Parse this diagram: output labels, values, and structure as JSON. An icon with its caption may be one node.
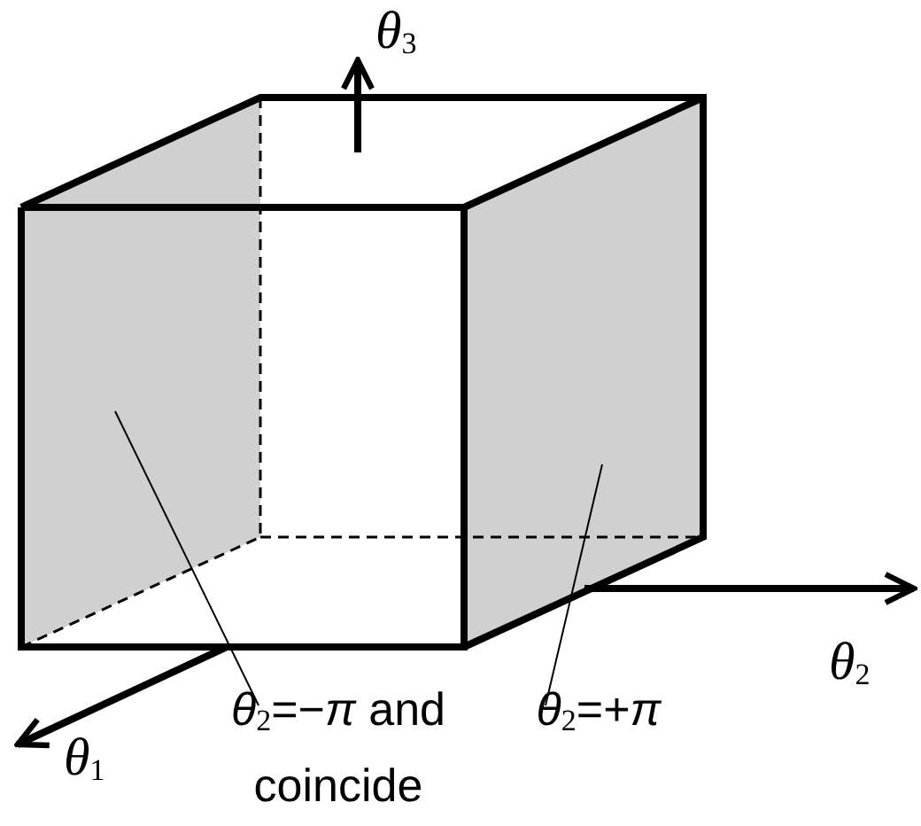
{
  "diagram": {
    "nodes": [
      {
        "text": [],
        "shape": "box"
      },
      {
        "text": [],
        "shape": "box"
      },
      {
        "text": [
          "*θ*$_{2}$=−*π* and coincide"
        ]
      },
      {
        "text": [
          "*θ*$_{2}$=+*π*"
        ]
      }
    ],
    "edges": [
      {
        "from": 2,
        "to": 0,
        "arrow": "none"
      },
      {
        "from": 3,
        "to": 1,
        "arrow": "none"
      }
    ],
    "labels": [
      "θ$_{3}$",
      "θ$_{2}$",
      "θ$_{1}$"
    ]
  }
}
